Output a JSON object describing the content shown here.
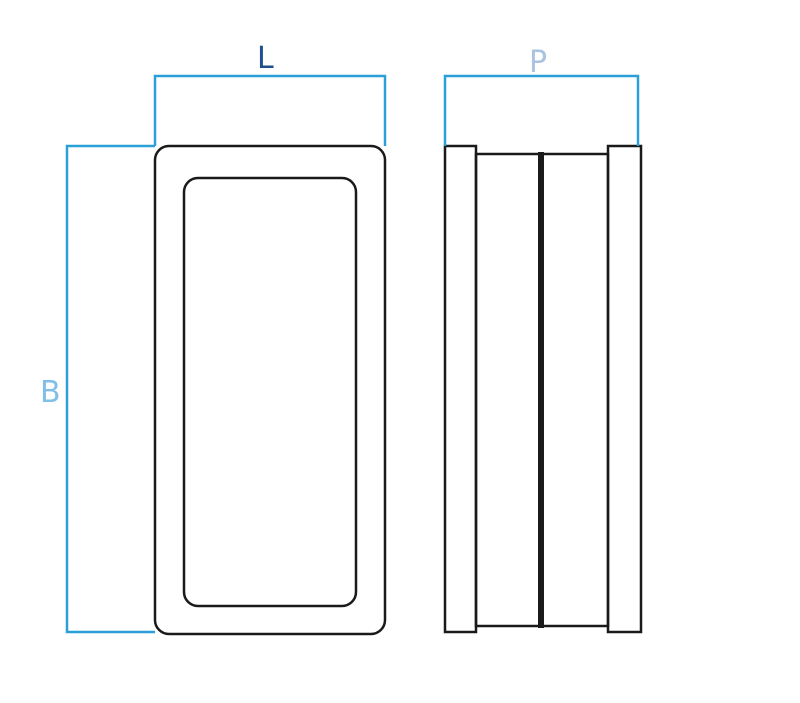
{
  "labels": {
    "length": "L",
    "height": "B",
    "depth": "P"
  },
  "colors": {
    "dimension_line": "#2a9fd8",
    "label_L": "#1f4f8f",
    "label_B": "#7fbfe8",
    "label_P": "#a9c4e0",
    "outline": "#1a1a1a"
  }
}
